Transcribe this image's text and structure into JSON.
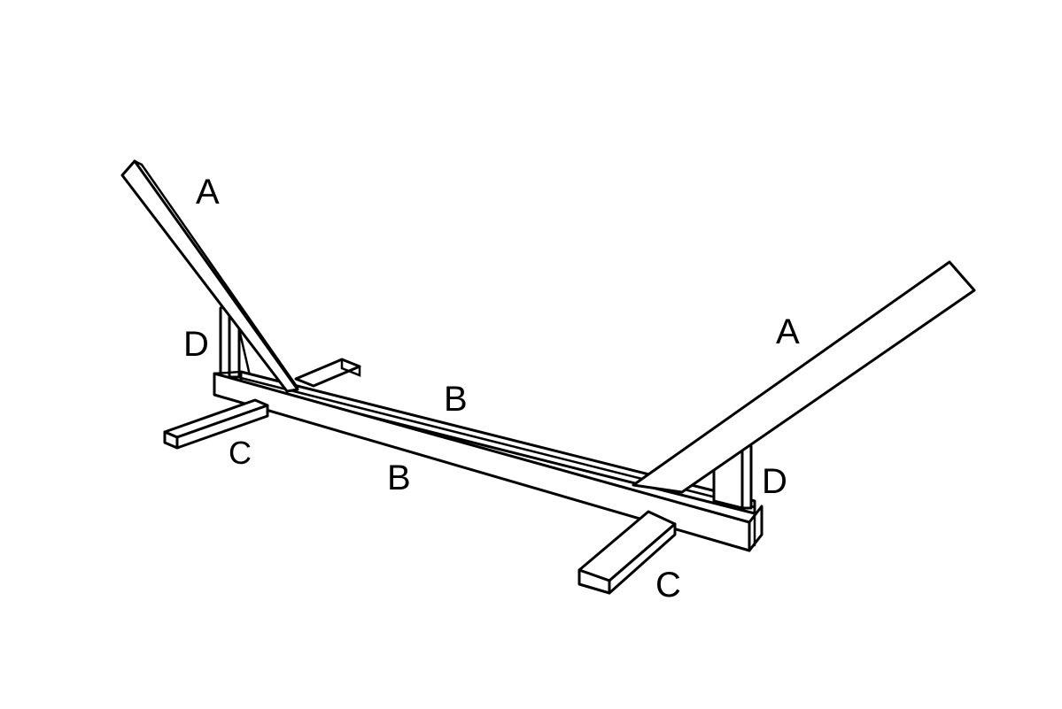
{
  "colors": {
    "background": "#ffffff",
    "line": "#000000",
    "fill": "#ffffff"
  },
  "labels": {
    "a_left": "A",
    "a_right": "A",
    "b_top": "B",
    "b_bottom": "B",
    "c_left": "C",
    "c_right": "C",
    "d_left": "D",
    "d_right": "D"
  }
}
